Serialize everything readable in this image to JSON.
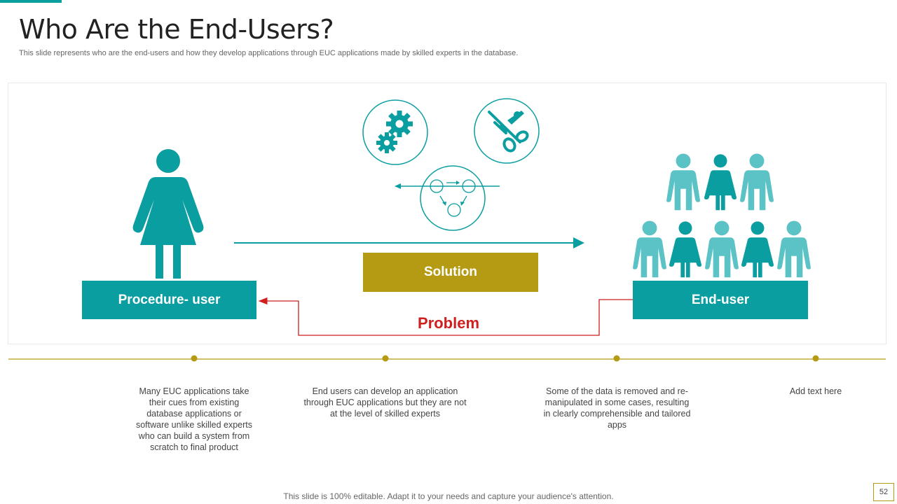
{
  "header": {
    "title": "Who Are the End-Users?",
    "subtitle": "This slide represents who are the end-users and how they develop applications through EUC applications made by skilled experts in the database."
  },
  "diagram": {
    "procedure_user_label": "Procedure- user",
    "end_user_label": "End-user",
    "solution_label": "Solution",
    "problem_label": "Problem",
    "icons": [
      "gears-icon",
      "scissors-tools-icon",
      "process-cycle-icon",
      "woman-person-icon",
      "people-group-icon"
    ]
  },
  "timeline": {
    "items": [
      "Many EUC applications take their cues from existing database applications or software unlike skilled experts who can build a system from scratch to final product",
      "End users can develop an application through EUC applications but they are not at the level of skilled experts",
      "Some of the data is removed and re-manipulated in some cases, resulting in clearly comprehensible and tailored apps",
      "Add text here"
    ]
  },
  "footer": {
    "note": "This slide is 100% editable. Adapt it to your needs and capture your audience's attention.",
    "page_number": "52"
  },
  "colors": {
    "teal": "#0b9ea1",
    "light_teal": "#5bc2c5",
    "gold": "#b49b13",
    "red": "#cf1f1f"
  }
}
